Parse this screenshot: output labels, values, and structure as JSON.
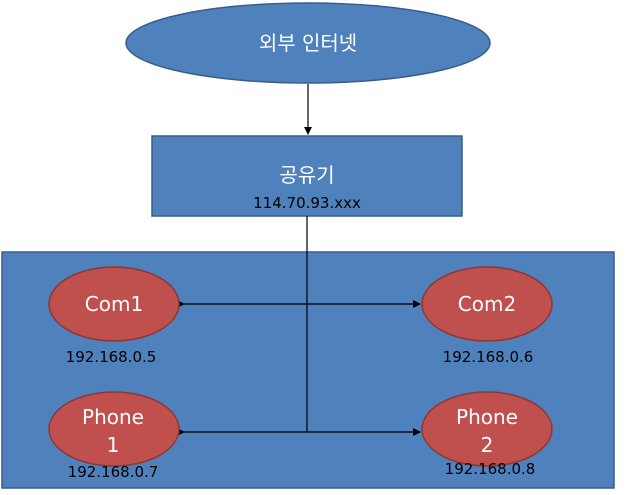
{
  "colors": {
    "blue_fill": "#4f81bd",
    "blue_stroke": "#385d8a",
    "red_fill": "#c0504d",
    "red_stroke": "#8c3836",
    "line": "#000000"
  },
  "internet": {
    "label": "외부 인터넷"
  },
  "router": {
    "label": "공유기",
    "ip": "114.70.93.xxx"
  },
  "devices": {
    "com1": {
      "label": "Com1",
      "ip": "192.168.0.5"
    },
    "com2": {
      "label": "Com2",
      "ip": "192.168.0.6"
    },
    "phone1": {
      "label_line1": "Phone",
      "label_line2": "1",
      "ip": "192.168.0.7"
    },
    "phone2": {
      "label_line1": "Phone",
      "label_line2": "2",
      "ip": "192.168.0.8"
    }
  }
}
